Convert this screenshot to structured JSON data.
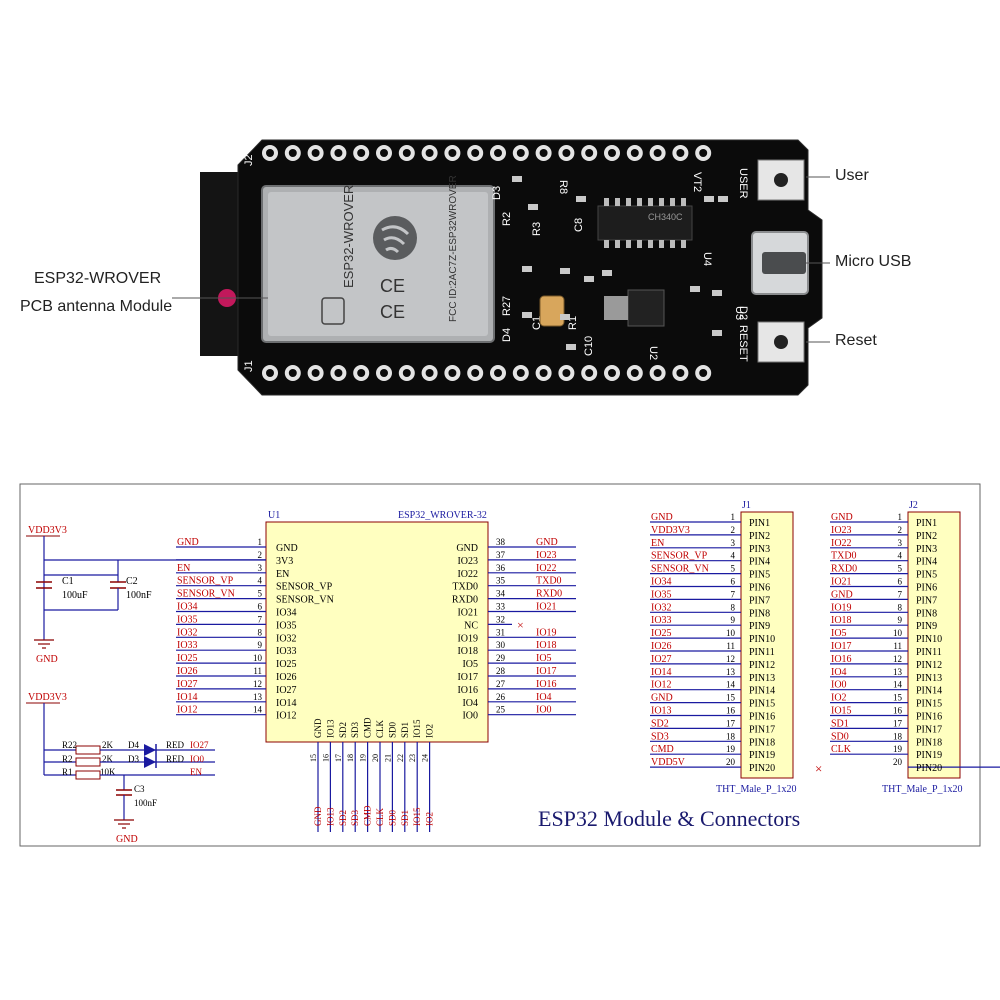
{
  "photo": {
    "labels": {
      "module_line1": "ESP32-WROVER",
      "module_line2": "PCB antenna Module",
      "user": "User",
      "micro_usb": "Micro USB",
      "reset": "Reset"
    },
    "silk": {
      "module_name": "ESP32-WROVER",
      "fcc": "FCC ID:2AC7Z-ESP32WROVER",
      "chip": "CH340C",
      "j1": "J1",
      "j2": "J2",
      "u4": "U4",
      "u3": "U3",
      "u2": "U2",
      "user": "USER",
      "reset": "RESET",
      "vt2": "VT2",
      "d2": "D2",
      "r27": "R27",
      "r1": "R1",
      "c1": "C1",
      "c10": "C10",
      "c8": "C8",
      "r2": "R2",
      "d3": "D3",
      "r3": "R3",
      "d4": "D4",
      "r8": "R8"
    }
  },
  "schematic": {
    "title": "ESP32 Module & Connectors",
    "power": {
      "vdd_top": "VDD3V3",
      "vdd_bottom": "VDD3V3",
      "gnd_top": "GND",
      "gnd_bottom": "GND",
      "c1_name": "C1",
      "c1_value": "100uF",
      "c2_name": "C2",
      "c2_value": "100nF",
      "c3_name": "C3",
      "c3_value": "100nF"
    },
    "led_circuit": {
      "r22": "R22",
      "r22_value": "2K",
      "r2": "R2",
      "r2_value": "2K",
      "r1": "R1",
      "r1_value": "10K",
      "d4": "D4",
      "d3": "D3",
      "d4_color": "RED",
      "d3_color": "RED",
      "net_io27": "IO27",
      "net_io0": "IO0",
      "net_en": "EN"
    },
    "u1": {
      "ref": "U1",
      "part": "ESP32_WROVER-32",
      "left_pins": [
        {
          "net": "GND",
          "num": "1",
          "pin": "GND"
        },
        {
          "net": "",
          "num": "2",
          "pin": "3V3"
        },
        {
          "net": "EN",
          "num": "3",
          "pin": "EN"
        },
        {
          "net": "SENSOR_VP",
          "num": "4",
          "pin": "SENSOR_VP"
        },
        {
          "net": "SENSOR_VN",
          "num": "5",
          "pin": "SENSOR_VN"
        },
        {
          "net": "IO34",
          "num": "6",
          "pin": "IO34"
        },
        {
          "net": "IO35",
          "num": "7",
          "pin": "IO35"
        },
        {
          "net": "IO32",
          "num": "8",
          "pin": "IO32"
        },
        {
          "net": "IO33",
          "num": "9",
          "pin": "IO33"
        },
        {
          "net": "IO25",
          "num": "10",
          "pin": "IO25"
        },
        {
          "net": "IO26",
          "num": "11",
          "pin": "IO26"
        },
        {
          "net": "IO27",
          "num": "12",
          "pin": "IO27"
        },
        {
          "net": "IO14",
          "num": "13",
          "pin": "IO14"
        },
        {
          "net": "IO12",
          "num": "14",
          "pin": "IO12"
        }
      ],
      "right_pins": [
        {
          "net": "GND",
          "num": "38",
          "pin": "GND"
        },
        {
          "net": "IO23",
          "num": "37",
          "pin": "IO23"
        },
        {
          "net": "IO22",
          "num": "36",
          "pin": "IO22"
        },
        {
          "net": "TXD0",
          "num": "35",
          "pin": "TXD0"
        },
        {
          "net": "RXD0",
          "num": "34",
          "pin": "RXD0"
        },
        {
          "net": "IO21",
          "num": "33",
          "pin": "IO21"
        },
        {
          "net": "",
          "num": "32",
          "pin": "NC"
        },
        {
          "net": "IO19",
          "num": "31",
          "pin": "IO19"
        },
        {
          "net": "IO18",
          "num": "30",
          "pin": "IO18"
        },
        {
          "net": "IO5",
          "num": "29",
          "pin": "IO5"
        },
        {
          "net": "IO17",
          "num": "28",
          "pin": "IO17"
        },
        {
          "net": "IO16",
          "num": "27",
          "pin": "IO16"
        },
        {
          "net": "IO4",
          "num": "26",
          "pin": "IO4"
        },
        {
          "net": "IO0",
          "num": "25",
          "pin": "IO0"
        }
      ],
      "bottom_pins": [
        {
          "net": "GND",
          "num": "15",
          "pin": "GND"
        },
        {
          "net": "IO13",
          "num": "16",
          "pin": "IO13"
        },
        {
          "net": "SD2",
          "num": "17",
          "pin": "SD2"
        },
        {
          "net": "SD3",
          "num": "18",
          "pin": "SD3"
        },
        {
          "net": "CMD",
          "num": "19",
          "pin": "CMD"
        },
        {
          "net": "CLK",
          "num": "20",
          "pin": "CLK"
        },
        {
          "net": "SD0",
          "num": "21",
          "pin": "SD0"
        },
        {
          "net": "SD1",
          "num": "22",
          "pin": "SD1"
        },
        {
          "net": "IO15",
          "num": "23",
          "pin": "IO15"
        },
        {
          "net": "IO2",
          "num": "24",
          "pin": "IO2"
        }
      ]
    },
    "j1": {
      "ref": "J1",
      "footprint": "THT_Male_P_1x20",
      "rows": [
        {
          "net": "GND",
          "num": "1",
          "pin": "PIN1"
        },
        {
          "net": "VDD3V3",
          "num": "2",
          "pin": "PIN2"
        },
        {
          "net": "EN",
          "num": "3",
          "pin": "PIN3"
        },
        {
          "net": "SENSOR_VP",
          "num": "4",
          "pin": "PIN4"
        },
        {
          "net": "SENSOR_VN",
          "num": "5",
          "pin": "PIN5"
        },
        {
          "net": "IO34",
          "num": "6",
          "pin": "PIN6"
        },
        {
          "net": "IO35",
          "num": "7",
          "pin": "PIN7"
        },
        {
          "net": "IO32",
          "num": "8",
          "pin": "PIN8"
        },
        {
          "net": "IO33",
          "num": "9",
          "pin": "PIN9"
        },
        {
          "net": "IO25",
          "num": "10",
          "pin": "PIN10"
        },
        {
          "net": "IO26",
          "num": "11",
          "pin": "PIN11"
        },
        {
          "net": "IO27",
          "num": "12",
          "pin": "PIN12"
        },
        {
          "net": "IO14",
          "num": "13",
          "pin": "PIN13"
        },
        {
          "net": "IO12",
          "num": "14",
          "pin": "PIN14"
        },
        {
          "net": "GND",
          "num": "15",
          "pin": "PIN15"
        },
        {
          "net": "IO13",
          "num": "16",
          "pin": "PIN16"
        },
        {
          "net": "SD2",
          "num": "17",
          "pin": "PIN17"
        },
        {
          "net": "SD3",
          "num": "18",
          "pin": "PIN18"
        },
        {
          "net": "CMD",
          "num": "19",
          "pin": "PIN19"
        },
        {
          "net": "VDD5V",
          "num": "20",
          "pin": "PIN20"
        }
      ]
    },
    "j2": {
      "ref": "J2",
      "footprint": "THT_Male_P_1x20",
      "rows": [
        {
          "net": "GND",
          "num": "1",
          "pin": "PIN1"
        },
        {
          "net": "IO23",
          "num": "2",
          "pin": "PIN2"
        },
        {
          "net": "IO22",
          "num": "3",
          "pin": "PIN3"
        },
        {
          "net": "TXD0",
          "num": "4",
          "pin": "PIN4"
        },
        {
          "net": "RXD0",
          "num": "5",
          "pin": "PIN5"
        },
        {
          "net": "IO21",
          "num": "6",
          "pin": "PIN6"
        },
        {
          "net": "GND",
          "num": "7",
          "pin": "PIN7"
        },
        {
          "net": "IO19",
          "num": "8",
          "pin": "PIN8"
        },
        {
          "net": "IO18",
          "num": "9",
          "pin": "PIN9"
        },
        {
          "net": "IO5",
          "num": "10",
          "pin": "PIN10"
        },
        {
          "net": "IO17",
          "num": "11",
          "pin": "PIN11"
        },
        {
          "net": "IO16",
          "num": "12",
          "pin": "PIN12"
        },
        {
          "net": "IO4",
          "num": "13",
          "pin": "PIN13"
        },
        {
          "net": "IO0",
          "num": "14",
          "pin": "PIN14"
        },
        {
          "net": "IO2",
          "num": "15",
          "pin": "PIN15"
        },
        {
          "net": "IO15",
          "num": "16",
          "pin": "PIN16"
        },
        {
          "net": "SD1",
          "num": "17",
          "pin": "PIN17"
        },
        {
          "net": "SD0",
          "num": "18",
          "pin": "PIN18"
        },
        {
          "net": "CLK",
          "num": "19",
          "pin": "PIN19"
        },
        {
          "net": "",
          "num": "20",
          "pin": "PIN20"
        }
      ]
    },
    "colors": {
      "net": "#c00000",
      "wire": "#1a1aa0",
      "body": "#ffffc0",
      "border": "#8b0000"
    }
  }
}
